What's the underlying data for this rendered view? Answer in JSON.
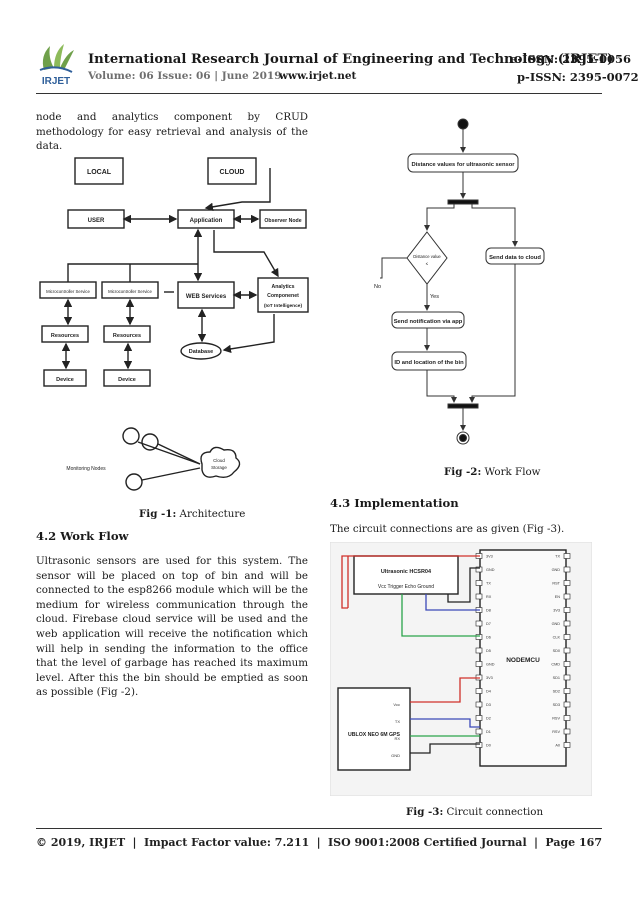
{
  "header": {
    "logo_text": "IRJET",
    "journal_title": "International Research Journal of Engineering and Technology (IRJET)",
    "e_issn": "e-ISSN: 2395-0056",
    "volume": "Volume: 06 Issue: 06 | June 2019",
    "website": "www.irjet.net",
    "p_issn": "p-ISSN: 2395-0072"
  },
  "body": {
    "intro_text": "node and analytics component by CRUD methodology for easy retrieval and analysis of the data.",
    "section_42_title": "4.2 Work Flow",
    "section_42_text": "Ultrasonic sensors are used for this system. The sensor will be placed on top of bin and will be connected to the esp8266 module which will be the medium for wireless communication through the cloud. Firebase cloud service will be used and the web application will receive the notification which will help in sending the information to the office that the level of garbage has reached its maximum level. After this the bin should be emptied as soon as possible (Fig -2).",
    "section_43_title": "4.3 Implementation",
    "section_43_text": "The circuit connections are as given (Fig -3)."
  },
  "fig1": {
    "caption_label": "Fig -1:",
    "caption_text": "Architecture",
    "local": "LOCAL",
    "cloud": "CLOUD",
    "user": "USER",
    "application": "Application",
    "observer": "Observer Node",
    "mcs1": "Microcontroller Service",
    "mcs2": "Microcontroller Service",
    "web": "WEB Services",
    "analytics1": "Analytics",
    "analytics2": "Componenet",
    "analytics3": "(IoT Intelligence)",
    "res1": "Resources",
    "res2": "Resources",
    "database": "Database",
    "dev1": "Device",
    "dev2": "Device",
    "monitoring": "Monitoring Nodes",
    "cloud_storage1": "Cloud",
    "cloud_storage2": "Storage"
  },
  "fig2": {
    "caption_label": "Fig -2:",
    "caption_text": "Work Flow",
    "distance": "Distance values for ultrasonic sensor",
    "decision1": "Distance value",
    "decision2": "≤",
    "send_cloud": "Send data to cloud",
    "no": "No",
    "yes": "Yes",
    "notify": "Send notification via app",
    "location": "ID and location of the bin"
  },
  "fig3": {
    "caption_label": "Fig -3:",
    "caption_text": "Circuit connection",
    "sensor_title": "Ultrasonic HCSR04",
    "sensor_pins": "Vcc  Trigger  Echo  Ground",
    "nodemcu": "NODEMCU",
    "gps": "UBLOX NEO 6M GPS",
    "gps_pins": [
      "Vcc",
      "TX",
      "RX",
      "GND"
    ],
    "left_pins": [
      "3V3",
      "GND",
      "TX",
      "RX",
      "D8",
      "D7",
      "D6",
      "D5",
      "GND",
      "3V3",
      "D4",
      "D3",
      "D2",
      "D1",
      "D0"
    ],
    "right_pins": [
      "TX",
      "GND",
      "RST",
      "EN",
      "3V3",
      "GND",
      "CLK",
      "SD0",
      "CMD",
      "SD1",
      "SD2",
      "SD3",
      "RSV",
      "RSV",
      "A0"
    ]
  },
  "footer": {
    "copyright": "© 2019, IRJET",
    "sep": "|",
    "impact": "Impact Factor value: 7.211",
    "iso": "ISO 9001:2008 Certified Journal",
    "page": "Page 167"
  },
  "colors": {
    "logo_green": "#6fa04a",
    "logo_blue": "#2f5f9a",
    "wire_red": "#d0302a",
    "wire_blue": "#3b49b8",
    "wire_green": "#2aa34a"
  }
}
